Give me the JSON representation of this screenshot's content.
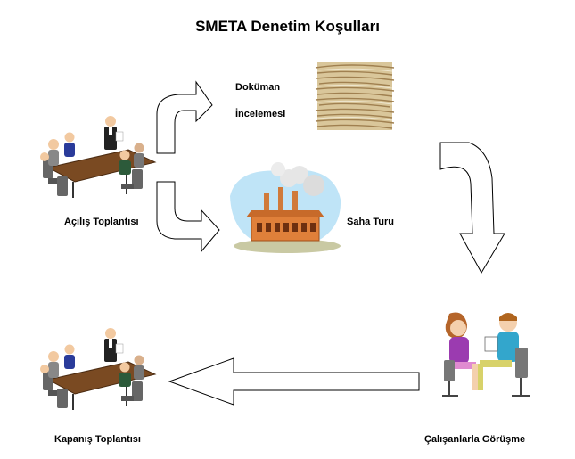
{
  "diagram": {
    "title": "SMETA Denetim Koşulları",
    "steps": {
      "opening_meeting": "Açılış Toplantısı",
      "document_review_line1": "Doküman",
      "document_review_line2": "İncelemesi",
      "site_tour": "Saha Turu",
      "worker_interviews": "Çalışanlarla Görüşme",
      "closing_meeting": "Kapanış Toplantısı"
    }
  }
}
